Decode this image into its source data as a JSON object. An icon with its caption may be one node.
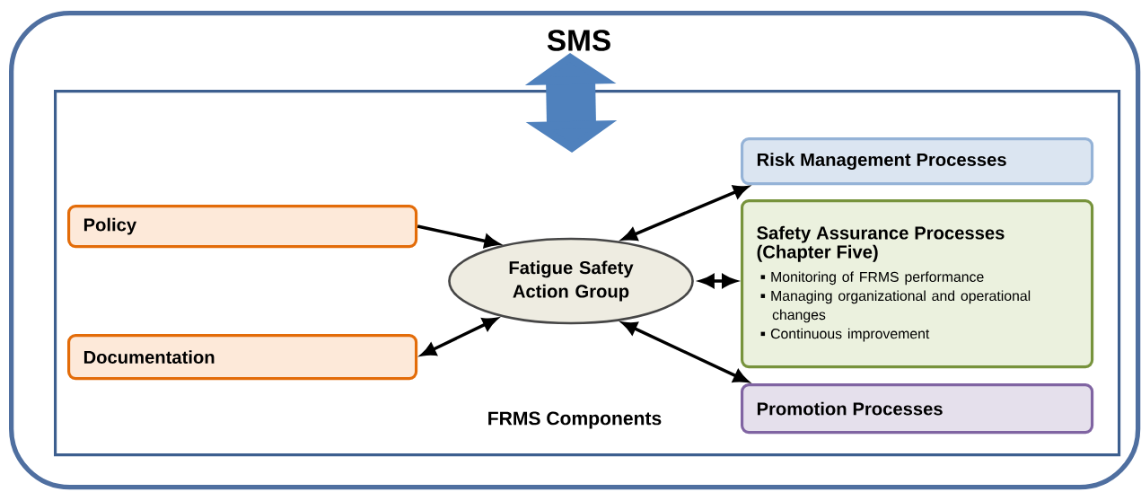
{
  "diagram": {
    "nodes": [
      {
        "text": [
          "SMS"
        ]
      },
      {
        "text": [
          "FRMS Components"
        ],
        "in": 0
      },
      {
        "text": [
          "Policy"
        ],
        "in": 1
      },
      {
        "text": [
          "Documentation"
        ],
        "in": 1
      },
      {
        "text": [
          "Fatigue Safety Action Group"
        ],
        "in": 1
      },
      {
        "text": [
          "Risk Management Processes"
        ],
        "in": 1
      },
      {
        "text": [
          "Safety Assurance Processes (Chapter Five)",
          "Monitoring of FRMS performance",
          "Managing organizational and operational changes",
          "Continuous improvement"
        ],
        "in": 1
      },
      {
        "text": [
          "Promotion Processes"
        ],
        "in": 1
      }
    ],
    "edges": [
      {
        "from": 0,
        "to": 1,
        "arrow": "both",
        "style": "thick",
        "color": "#4f81bd"
      },
      {
        "from": 2,
        "to": 4,
        "arrow": "to"
      },
      {
        "from": 3,
        "to": 4,
        "arrow": "both"
      },
      {
        "from": 4,
        "to": 5,
        "arrow": "both"
      },
      {
        "from": 4,
        "to": 6,
        "arrow": "both"
      },
      {
        "from": 4,
        "to": 7,
        "arrow": "both"
      }
    ]
  }
}
